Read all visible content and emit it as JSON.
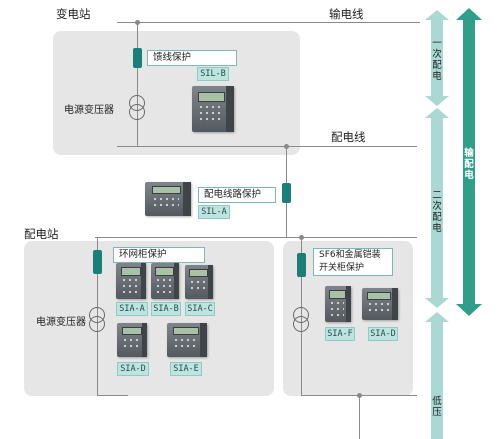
{
  "labels": {
    "substation": "变电站",
    "transmission_line": "输电线",
    "feeder_protection": "馈线保护",
    "power_transformer_top": "电源变压器",
    "distribution_line": "配电线",
    "distribution_line_protection": "配电线路保护",
    "distribution_station": "配电站",
    "ring_main_protection": "环网柜保护",
    "power_transformer_left": "电源变压器",
    "sf6_switchgear_protection": "SF6和金属铠装\n开关柜保护"
  },
  "devices": {
    "sil_b": "SIL-B",
    "sil_a": "SIL-A",
    "sia_a": "SIA-A",
    "sia_b": "SIA-B",
    "sia_c": "SIA-C",
    "sia_d_left": "SIA-D",
    "sia_e": "SIA-E",
    "sia_f": "SIA-F",
    "sia_d_right": "SIA-D"
  },
  "levels": {
    "primary_distribution": "一次配电",
    "secondary_distribution": "二次配电",
    "low_voltage": "低压",
    "transmission_distribution": "输配电"
  },
  "colors": {
    "teal": "#1a7f78",
    "arrow_light": "#a9d9d2",
    "arrow_dark": "#2f9e8a",
    "panel": "#e6e6e6"
  }
}
